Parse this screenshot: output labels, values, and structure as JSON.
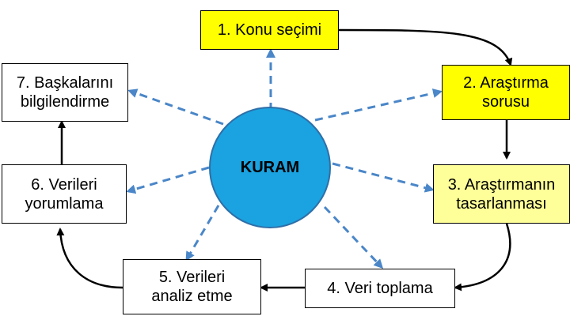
{
  "center_label": "KURAM",
  "steps": [
    {
      "id": "step1",
      "label": "1. Konu seçimi"
    },
    {
      "id": "step2",
      "label": "2. Araştırma\nsorusu"
    },
    {
      "id": "step3",
      "label": "3. Araştırmanın\ntasarlanması"
    },
    {
      "id": "step4",
      "label": "4. Veri toplama"
    },
    {
      "id": "step5",
      "label": "5. Verileri\nanaliz etme"
    },
    {
      "id": "step6",
      "label": "6. Verileri\nyorumlama"
    },
    {
      "id": "step7",
      "label": "7. Başkalarını\nbilgilendirme"
    }
  ],
  "colors": {
    "step1": "#ffff00",
    "step2": "#ffff00",
    "step3": "#ffff99",
    "step4": "#ffffff",
    "step5": "#ffffff",
    "step6": "#ffffff",
    "step7": "#ffffff",
    "center_fill": "#1aa3e0",
    "center_stroke": "#2e6fa8",
    "dashed": "#4a86c8"
  }
}
